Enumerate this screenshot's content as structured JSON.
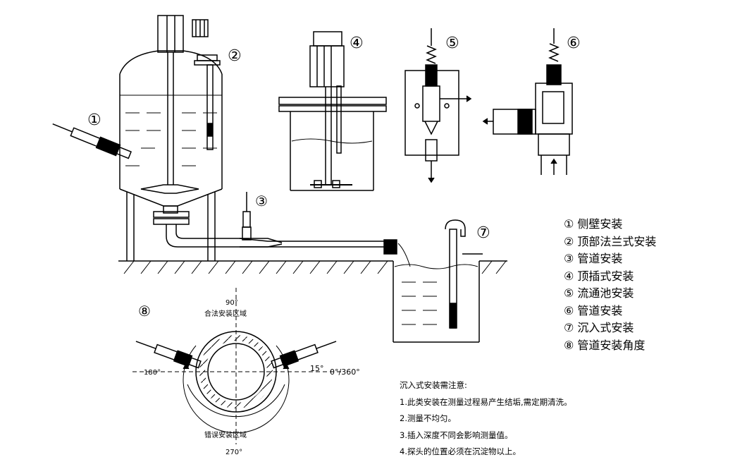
{
  "callouts": {
    "n1": "①",
    "n2": "②",
    "n3": "③",
    "n4": "④",
    "n5": "⑤",
    "n6": "⑥",
    "n7": "⑦",
    "n8": "⑧"
  },
  "legend": {
    "items": [
      "① 侧壁安装",
      "② 顶部法兰式安装",
      "③ 管道安装",
      "④ 顶插式安装",
      "⑤ 流通池安装",
      "⑥ 管道安装",
      "⑦ 沉入式安装",
      "⑧ 管道安装角度"
    ]
  },
  "angle_diagram": {
    "deg_90": "90°",
    "deg_180": "180°",
    "deg_15": "15°",
    "deg_0_360": "0°/360°",
    "deg_270": "270°",
    "legal_zone": "合法安装区域",
    "wrong_zone": "错误安装区域"
  },
  "notes": {
    "title": "沉入式安装需注意:",
    "lines": [
      "1.此类安装在测量过程易产生结垢,需定期清洗。",
      "2.测量不均匀。",
      "3.插入深度不同会影响测量值。",
      "4.探头的位置必须在沉淀物以上。"
    ]
  }
}
